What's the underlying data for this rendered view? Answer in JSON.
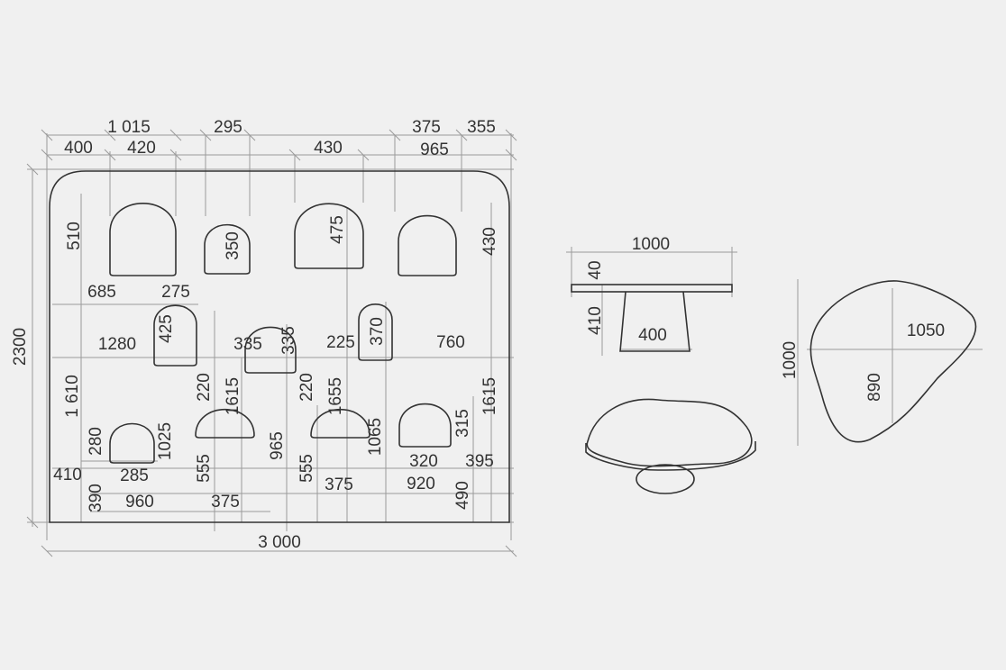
{
  "wall": {
    "overall_width": "3 000",
    "overall_height": "2300",
    "labels": [
      "1 015",
      "295",
      "400",
      "420",
      "430",
      "375",
      "355",
      "965",
      "510",
      "350",
      "475",
      "430",
      "685",
      "275",
      "425",
      "1280",
      "335",
      "335",
      "225",
      "370",
      "760",
      "1 610",
      "220",
      "1615",
      "220",
      "1655",
      "1615",
      "315",
      "280",
      "1025",
      "965",
      "1065",
      "320",
      "395",
      "410",
      "285",
      "555",
      "555",
      "375",
      "920",
      "390",
      "960",
      "375",
      "490"
    ]
  },
  "table_side": {
    "width": "1000",
    "top_thickness": "40",
    "height": "410",
    "base_width": "400"
  },
  "table_plan": {
    "depth": "1000",
    "length": "1050",
    "inner": "890"
  }
}
